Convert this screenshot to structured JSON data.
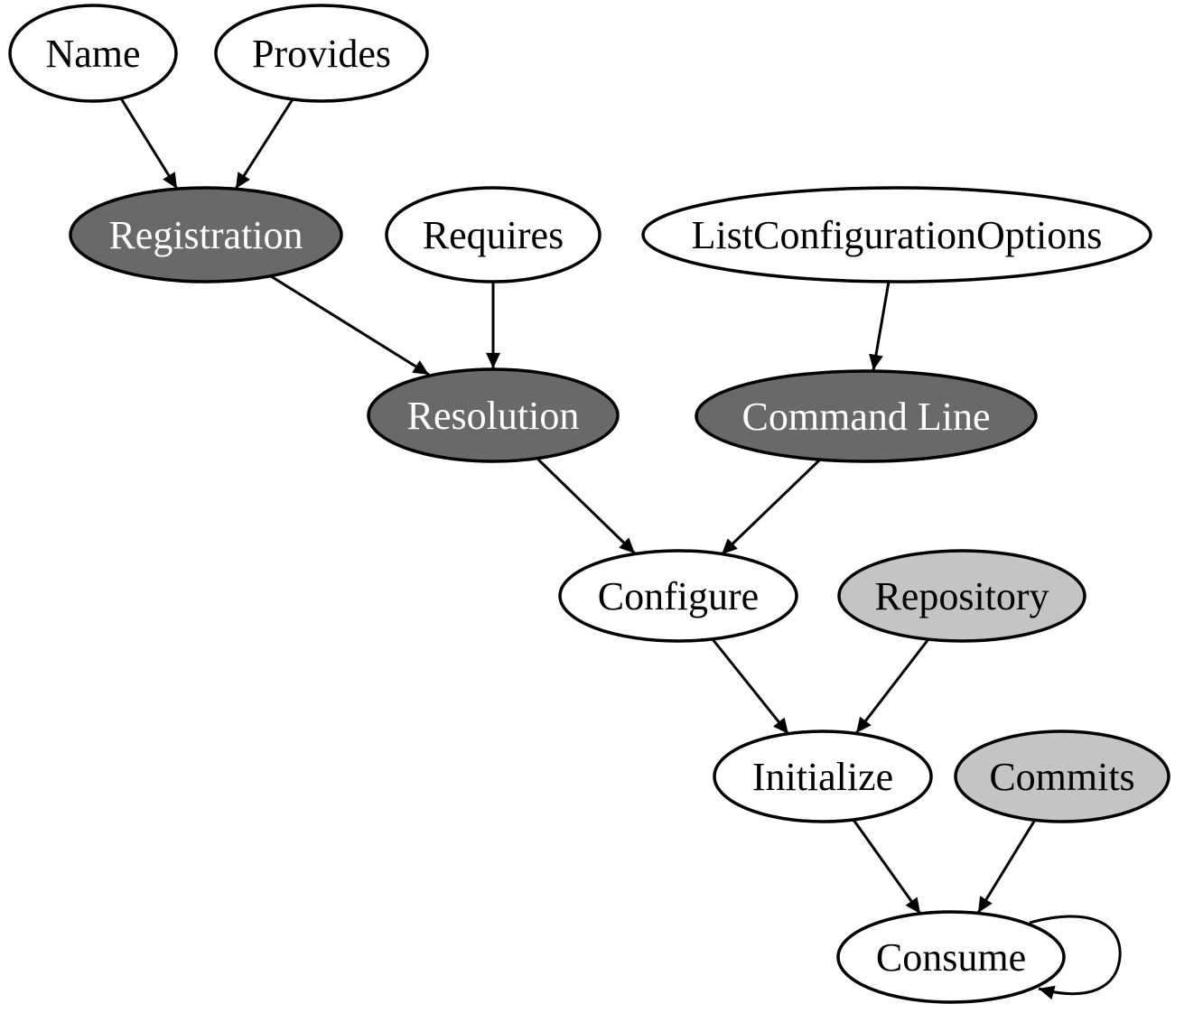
{
  "diagram": {
    "type": "directed-graph",
    "background": "#ffffff",
    "colors": {
      "node_fill_default": "#ffffff",
      "node_fill_dark": "#696969",
      "node_fill_light": "#c4c4c4",
      "node_stroke": "#000000",
      "edge_color": "#000000",
      "text_on_dark": "#ffffff",
      "text_default": "#000000"
    },
    "nodes": [
      {
        "id": "name",
        "label": "Name",
        "fill": "default"
      },
      {
        "id": "provides",
        "label": "Provides",
        "fill": "default"
      },
      {
        "id": "registration",
        "label": "Registration",
        "fill": "dark"
      },
      {
        "id": "requires",
        "label": "Requires",
        "fill": "default"
      },
      {
        "id": "list-configuration-options",
        "label": "ListConfigurationOptions",
        "fill": "default"
      },
      {
        "id": "resolution",
        "label": "Resolution",
        "fill": "dark"
      },
      {
        "id": "command-line",
        "label": "Command Line",
        "fill": "dark"
      },
      {
        "id": "configure",
        "label": "Configure",
        "fill": "default"
      },
      {
        "id": "repository",
        "label": "Repository",
        "fill": "light"
      },
      {
        "id": "initialize",
        "label": "Initialize",
        "fill": "default"
      },
      {
        "id": "commits",
        "label": "Commits",
        "fill": "light"
      },
      {
        "id": "consume",
        "label": "Consume",
        "fill": "default"
      }
    ],
    "edges": [
      {
        "from": "name",
        "to": "registration"
      },
      {
        "from": "provides",
        "to": "registration"
      },
      {
        "from": "registration",
        "to": "resolution"
      },
      {
        "from": "requires",
        "to": "resolution"
      },
      {
        "from": "list-configuration-options",
        "to": "command-line"
      },
      {
        "from": "resolution",
        "to": "configure"
      },
      {
        "from": "command-line",
        "to": "configure"
      },
      {
        "from": "configure",
        "to": "initialize"
      },
      {
        "from": "repository",
        "to": "initialize"
      },
      {
        "from": "initialize",
        "to": "consume"
      },
      {
        "from": "commits",
        "to": "consume"
      },
      {
        "from": "consume",
        "to": "consume",
        "self_loop": true
      }
    ]
  }
}
